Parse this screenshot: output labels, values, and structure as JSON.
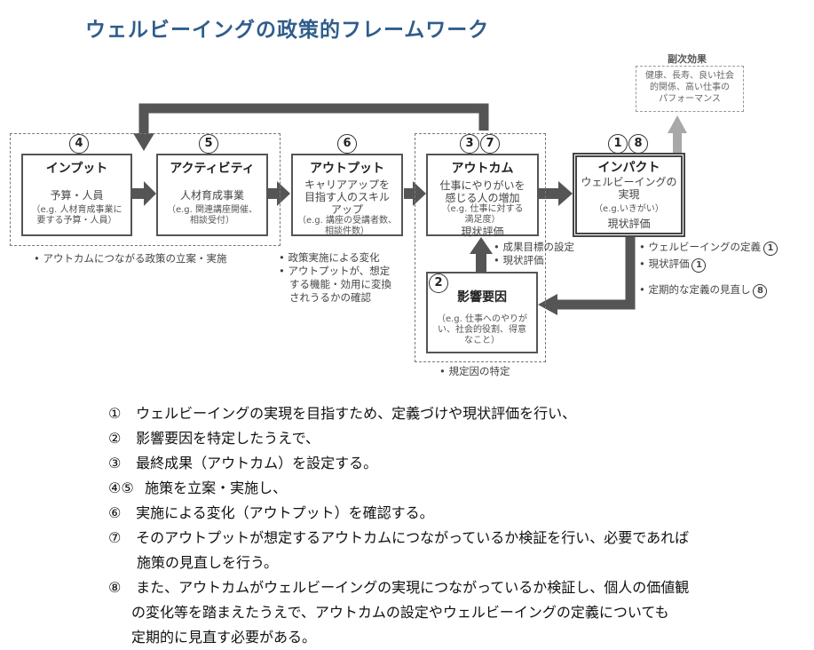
{
  "title": "ウェルビーイングの政策的フレームワーク",
  "side_effects": {
    "title": "副次効果",
    "lines": [
      "健康、長寿、良い社会",
      "的関係、高い仕事の",
      "パフォーマンス"
    ]
  },
  "boxes": {
    "input": {
      "num": "4",
      "heading": "インプット",
      "main": "予算・人員",
      "sub": [
        "（e.g. 人材育成事業に",
        "要する予算・人員）"
      ]
    },
    "activity": {
      "num": "5",
      "heading": "アクティビティ",
      "main": "人材育成事業",
      "sub": [
        "（e.g. 関連講座開催、",
        "相談受付）"
      ]
    },
    "output": {
      "num": "6",
      "heading": "アウトプット",
      "main": [
        "キャリアアップを",
        "目指す人のスキル",
        "アップ"
      ],
      "sub": [
        "（e.g. 講座の受講者数、",
        "相談件数）"
      ]
    },
    "outcome": {
      "nums": [
        "3",
        "7"
      ],
      "heading": "アウトカム",
      "main": [
        "仕事にやりがいを",
        "感じる人の増加"
      ],
      "sub": [
        "（e.g. 仕事に対する",
        "満足度）"
      ],
      "foot": "現状評価"
    },
    "impact": {
      "nums": [
        "1",
        "8"
      ],
      "heading": "インパクト",
      "main": [
        "ウェルビーイングの",
        "実現"
      ],
      "sub": "（e.g.いきがい）",
      "foot": "現状評価"
    },
    "factors": {
      "num": "2",
      "heading": "影響要因",
      "sub": [
        "（e.g. 仕事へのやりが",
        "い、社会的役割、得意",
        "なこと）"
      ]
    }
  },
  "notes": {
    "policy": "アウトカムにつながる政策の立案・実施",
    "output": [
      "政策実施による変化",
      "アウトプットが、想定",
      "する機能・効用に変換",
      "されうるかの確認"
    ],
    "outcome": [
      "成果目標の設定",
      "現状評価"
    ],
    "factors": "規定因の特定",
    "impact": [
      {
        "text": "ウェルビーイングの定義",
        "num": "1"
      },
      {
        "text": "現状評価",
        "num": "1"
      },
      {
        "text": "定期的な定義の見直し",
        "num": "8"
      }
    ]
  },
  "steps": [
    {
      "mark": "①",
      "text": "ウェルビーイングの実現を目指すため、定義づけや現状評価を行い、"
    },
    {
      "mark": "②",
      "text": "影響要因を特定したうえで、"
    },
    {
      "mark": "③",
      "text": "最終成果（アウトカム）を設定する。"
    },
    {
      "mark": "④⑤",
      "text": "施策を立案・実施し、"
    },
    {
      "mark": "⑥",
      "text": "実施による変化（アウトプット）を確認する。"
    },
    {
      "mark": "⑦",
      "text": "そのアウトプットが想定するアウトカムにつながっているか検証を行い、必要であれば",
      "cont": [
        "施策の見直しを行う。"
      ]
    },
    {
      "mark": "⑧",
      "text": "また、アウトカムがウェルビーイングの実現につながっているか検証し、個人の価値観",
      "cont": [
        "の変化等を踏まえたうえで、アウトカムの設定やウェルビーイングの定義についても",
        "定期的に見直す必要がある。"
      ]
    }
  ],
  "colors": {
    "title": "#2f5d8c",
    "arrow": "#555555",
    "arrow_light": "#a8a8a8"
  }
}
